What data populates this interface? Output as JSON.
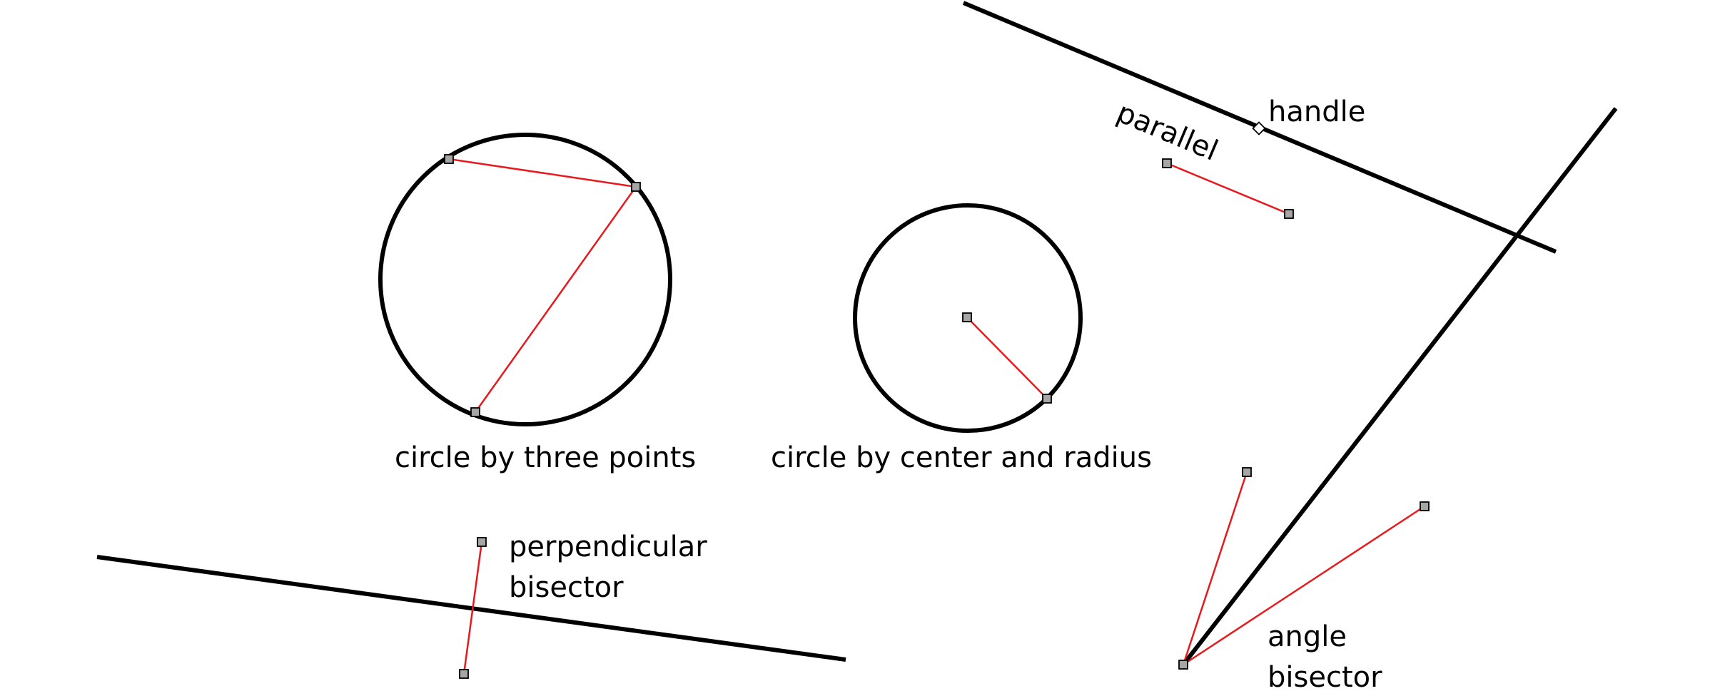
{
  "labels": {
    "circle_three_points": "circle by three points",
    "circle_center_radius": "circle by center and radius",
    "perpendicular_line1": "perpendicular",
    "perpendicular_line2": "bisector",
    "parallel": "parallel",
    "handle": "handle",
    "angle_line1": "angle",
    "angle_line2": "bisector"
  },
  "colors": {
    "construction": "#000000",
    "guide": "#e8191c",
    "point_fill": "#a6a6a6",
    "handle_fill": "#ffffff",
    "background": "#ffffff"
  }
}
